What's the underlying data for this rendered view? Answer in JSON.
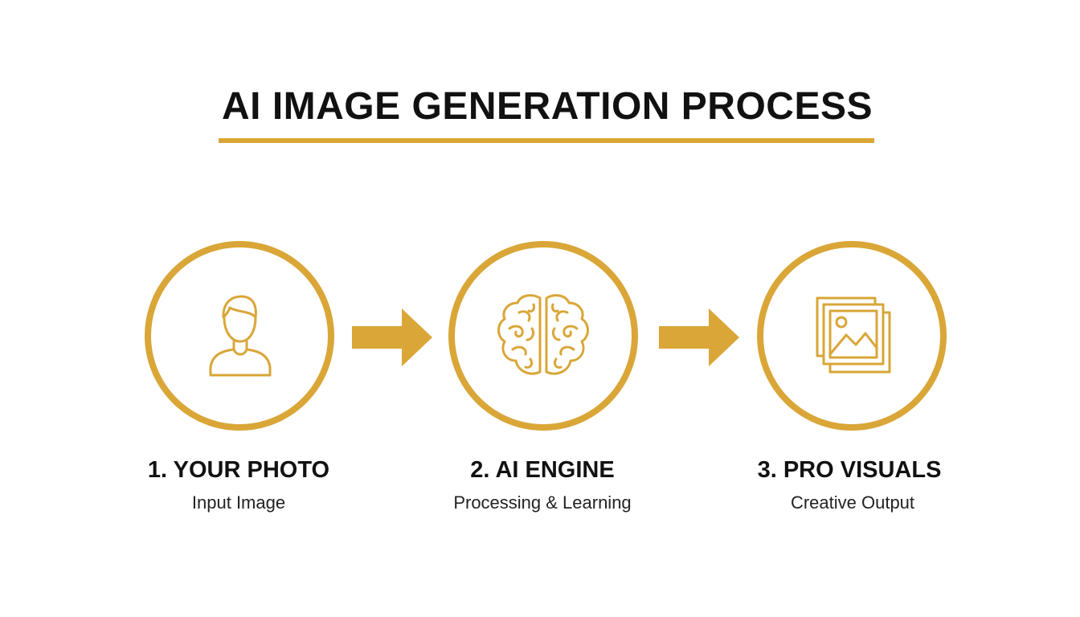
{
  "title": "AI IMAGE GENERATION PROCESS",
  "colors": {
    "accent": "#D9A637",
    "text": "#111111",
    "background": "#FFFFFF"
  },
  "steps": [
    {
      "title": "1. YOUR PHOTO",
      "subtitle": "Input Image",
      "icon": "person-icon"
    },
    {
      "title": "2. AI ENGINE",
      "subtitle": "Processing & Learning",
      "icon": "brain-icon"
    },
    {
      "title": "3. PRO VISUALS",
      "subtitle": "Creative Output",
      "icon": "image-stack-icon"
    }
  ]
}
